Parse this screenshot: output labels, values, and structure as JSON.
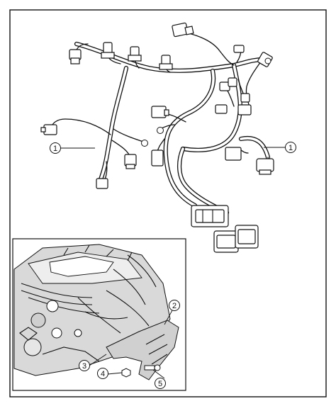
{
  "callouts": {
    "one_left": "1",
    "one_right": "1",
    "two": "2",
    "three": "3",
    "four": "4",
    "five": "5"
  }
}
